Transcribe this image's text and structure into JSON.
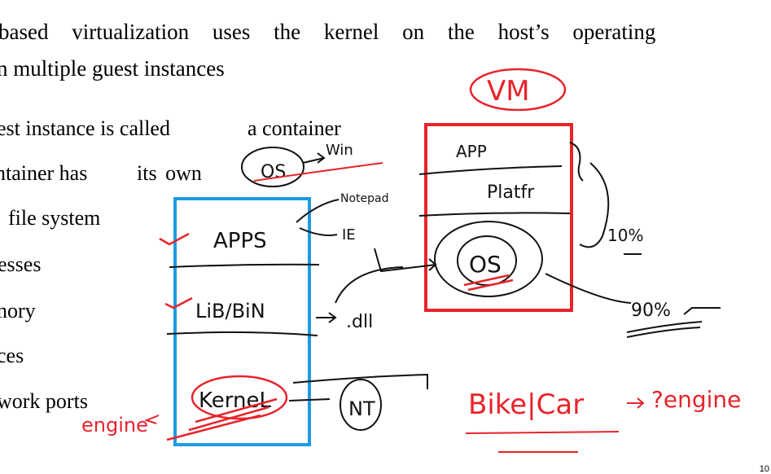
{
  "slide": {
    "heading_line1": "based   virtualization   uses   the   kernel   on   the   host’s   operating",
    "heading_line2": "n multiple guest instances",
    "bullets": [
      {
        "a": "est instance is called",
        "b": "a container"
      },
      {
        "a": "ntainer has",
        "b": "its own"
      },
      {
        "a": "file system"
      },
      {
        "a": "esses"
      },
      {
        "a": "nory"
      },
      {
        "a": "ces"
      },
      {
        "a": "work ports"
      }
    ],
    "page_number": "10"
  },
  "annotations": {
    "colors": {
      "red": "#e8232a",
      "blue": "#1c9be0",
      "black": "#111111"
    },
    "handwriting": {
      "vm": "VM",
      "app": "APP",
      "platfr": "Platfr",
      "os_box": "OS",
      "ten_percent": "10%",
      "ninety_percent": "90%",
      "apps": "APPS",
      "lib_bin": "LiB/BiN",
      "kernel": "KerneL",
      "notepad": "Notepad",
      "ie": "IE",
      "dll": ".dll",
      "os_win": "OS",
      "win": "Win",
      "nt": "NT",
      "bike_car": "Bike|Car",
      "engine_right": "?engine",
      "engine_left": "engine"
    }
  }
}
